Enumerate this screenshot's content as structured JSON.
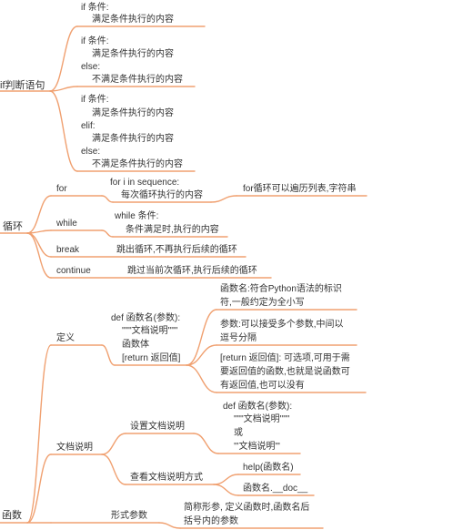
{
  "colors": {
    "branch": "#f0a070",
    "text": "#333333",
    "background": "#ffffff"
  },
  "root_labels": {
    "if": "if判断语句",
    "loop": "循环",
    "func": "函数"
  },
  "if_section": {
    "block1": [
      "if 条件:",
      "满足条件执行的内容"
    ],
    "block2": [
      "if 条件:",
      "满足条件执行的内容",
      "else:",
      "不满足条件执行的内容"
    ],
    "block3": [
      "if 条件:",
      "满足条件执行的内容",
      "elif:",
      "满足条件执行的内容",
      "else:",
      "不满足条件执行的内容"
    ]
  },
  "loop_section": {
    "for_label": "for",
    "for_detail": [
      "for i in sequence:",
      "每次循环执行的内容"
    ],
    "for_note": "for循环可以遍历列表,字符串",
    "while_label": "while",
    "while_detail": [
      "while 条件:",
      "条件满足时,执行的内容"
    ],
    "break_label": "break",
    "break_detail": "跳出循环,不再执行后续的循环",
    "continue_label": "continue",
    "continue_detail": "跳过当前次循环,执行后续的循环"
  },
  "func_section": {
    "define_label": "定义",
    "define_syntax": [
      "def 函数名(参数):",
      "\"\"\"文档说明\"\"\"",
      "函数体",
      "[return 返回值]"
    ],
    "define_notes": [
      [
        "函数名:符合Python语法的标识",
        "符,一般约定为全小写"
      ],
      [
        "参数:可以接受多个参数,中间以",
        "逗号分隔"
      ],
      [
        "[return 返回值]: 可选项,可用于需",
        "要返回值的函数,也就是说函数可",
        "有返回值,也可以没有"
      ]
    ],
    "doc_label": "文档说明",
    "doc_set_label": "设置文档说明",
    "doc_set_detail": [
      "def 函数名(参数):",
      "\"\"\"文档说明\"\"\"",
      "或",
      "'\"文档说明\"'"
    ],
    "doc_view_label": "查看文档说明方式",
    "doc_view_items": [
      "help(函数名)",
      "函数名.__doc__"
    ],
    "param_formal_label": "形式参数",
    "param_formal_detail": [
      "简称形参, 定义函数时,函数名后",
      "括号内的参数"
    ]
  }
}
